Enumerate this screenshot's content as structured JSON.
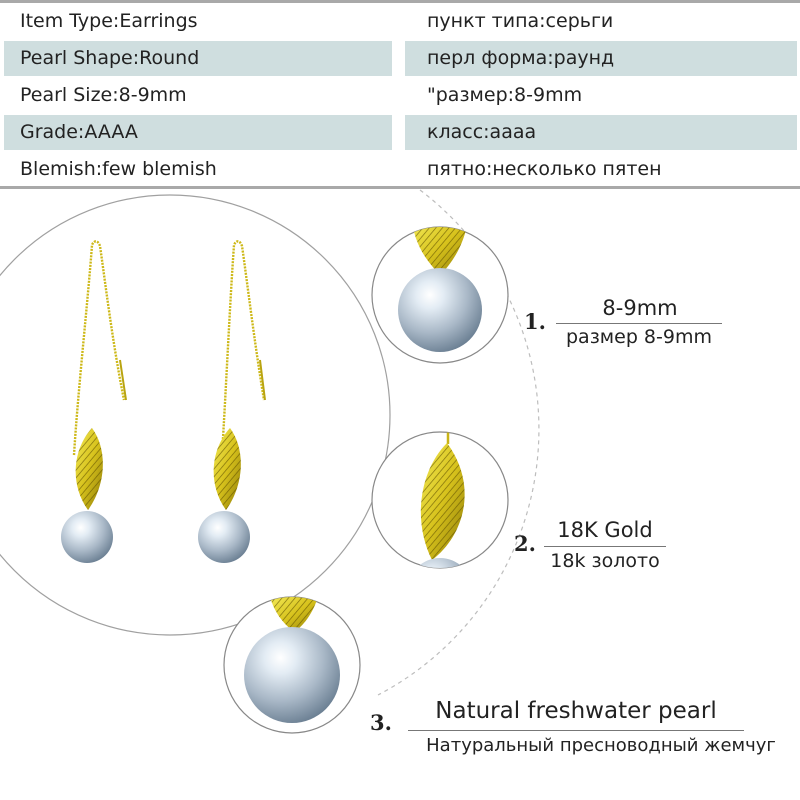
{
  "specs": {
    "left": [
      "Item Type:Earrings",
      "Pearl Shape:Round",
      "Pearl Size:8-9mm",
      "Grade:AAAA",
      "Blemish:few blemish"
    ],
    "right": [
      "пункт типа:серьги",
      "перл форма:раунд",
      "\"размер:8-9mm",
      "класс:аааа",
      "пятно:несколько пятен"
    ]
  },
  "callouts": [
    {
      "number": "1.",
      "en": "8-9mm",
      "ru": "размер 8-9mm"
    },
    {
      "number": "2.",
      "en": "18K Gold",
      "ru": "18k золото"
    },
    {
      "number": "3.",
      "en": "Natural freshwater pearl",
      "ru": "Натуральный пресноводный жемчуг"
    }
  ],
  "colors": {
    "band": "#cfdedf",
    "gold": "#d4c21a",
    "pearl": "#a8b6c4"
  }
}
